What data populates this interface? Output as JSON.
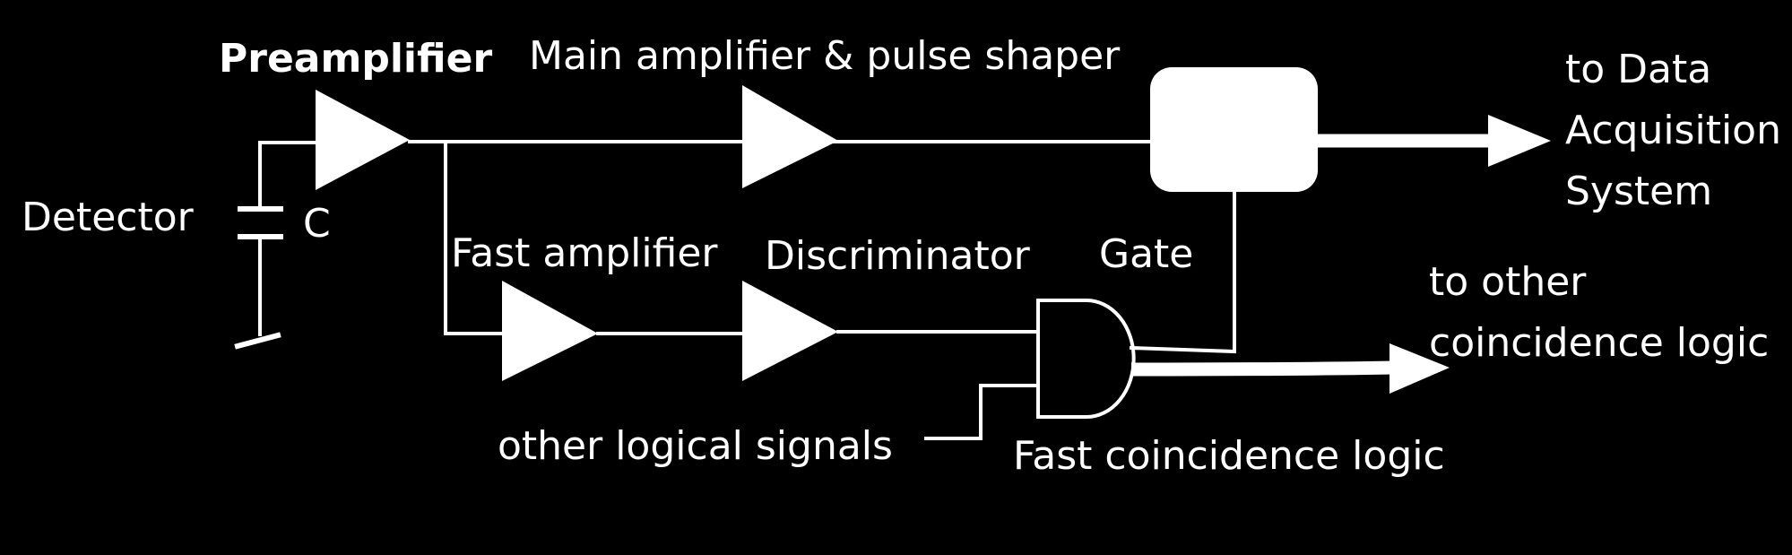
{
  "labels": {
    "preamplifier": "Preamplifier",
    "main_amplifier": "Main amplifier & pulse shaper",
    "detector": "Detector",
    "capacitor": "C",
    "fast_amplifier": "Fast amplifier",
    "discriminator": "Discriminator",
    "gate": "Gate",
    "to_daq_line1": "to Data",
    "to_daq_line2": "Acquisition",
    "to_daq_line3": "System",
    "to_other_line1": "to other",
    "to_other_line2": "coincidence logic",
    "other_signals": "other logical signals",
    "fast_coincidence": "Fast coincidence logic"
  },
  "colors": {
    "background": "#000000",
    "foreground": "#ffffff"
  }
}
